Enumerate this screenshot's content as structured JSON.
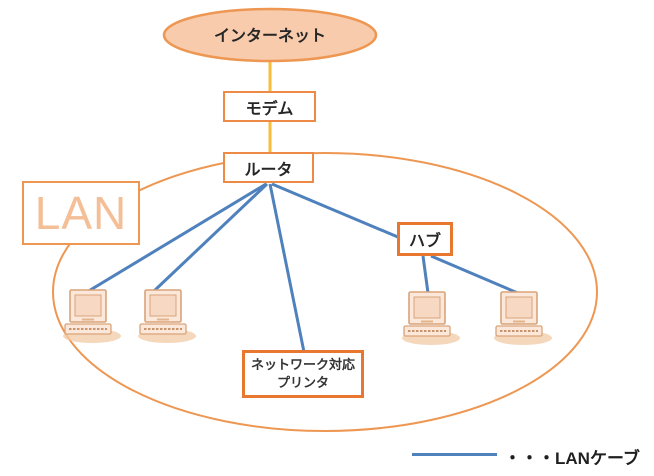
{
  "diagram": {
    "nodes": {
      "internet": {
        "label": "インターネット"
      },
      "modem": {
        "label": "モデム"
      },
      "router": {
        "label": "ルータ"
      },
      "lan_zone": {
        "label": "LAN"
      },
      "hub": {
        "label": "ハブ"
      },
      "printer": {
        "lines": [
          "ネットワーク対応",
          "プリンタ"
        ]
      },
      "computers": {
        "count": 4
      }
    },
    "connections": [
      "internet-modem",
      "modem-router",
      "router-pc1",
      "router-pc2",
      "router-printer",
      "router-hub",
      "hub-pc3",
      "hub-pc4"
    ],
    "legend": {
      "cable_label": "・・・LANケーブル"
    },
    "colors": {
      "orange_border": "#ED8A45",
      "orange_strong": "#E8782F",
      "ellipse_stroke": "#ED9752",
      "peach_fill": "#F8CBAD",
      "blue_cable": "#4F81BD",
      "gold_connector": "#F7BE3B",
      "lan_text": "#F4BE96"
    }
  }
}
